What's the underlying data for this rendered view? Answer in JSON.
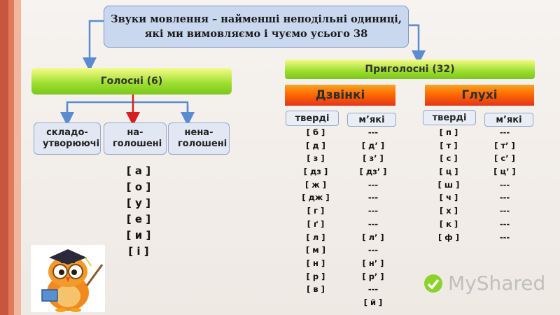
{
  "title": "Звуки мовлення – найменші неподільні одиниці, які ми вимовляємо і чуємо усього 38",
  "vowels": {
    "header": "Голосні (6)",
    "types": [
      "складо-утворюючі",
      "на-голошені",
      "нена-голошені"
    ],
    "sounds": [
      "[ а ]",
      "[ о ]",
      "[ у ]",
      "[ е ]",
      "[ и ]",
      "[ і ]"
    ]
  },
  "consonants": {
    "header": "Приголосні (32)",
    "voiced": {
      "label": "Дзвінкі",
      "hard_label": "тверді",
      "soft_label": "м’які",
      "hard": [
        "[ б ]",
        "[ д ]",
        "[ з ]",
        "[ дз ]",
        "[ ж ]",
        "[ дж ]",
        "[ г ]",
        "[ ґ ]",
        "[ л ]",
        "[ м ]",
        "[ н ]",
        "[ р ]",
        "[ в ]"
      ],
      "soft": [
        "---",
        "[ д’ ]",
        "[ з’ ]",
        "[ дз’ ]",
        "---",
        "---",
        "---",
        "---",
        "[ л’ ]",
        "---",
        "[ н’ ]",
        "[ р’ ]",
        "---",
        "[ й ]"
      ]
    },
    "voiceless": {
      "label": "Глухі",
      "hard_label": "тверді",
      "soft_label": "м’які",
      "hard": [
        "[ п ]",
        "[ т ]",
        "[ с ]",
        "[ ц ]",
        "[ ш ]",
        "[ ч ]",
        "[ х ]",
        "[ к ]",
        "[ ф ]"
      ],
      "soft": [
        "---",
        "[ т’ ]",
        "[ с’ ]",
        "[ ц’ ]",
        "---",
        "---",
        "---",
        "---",
        "---"
      ]
    }
  },
  "logo": "MyShared",
  "colors": {
    "arrow": "#5b8bd0",
    "red_arrow": "#d42020",
    "brand_green": "#8bd22a",
    "fire": "#ff6a00"
  }
}
